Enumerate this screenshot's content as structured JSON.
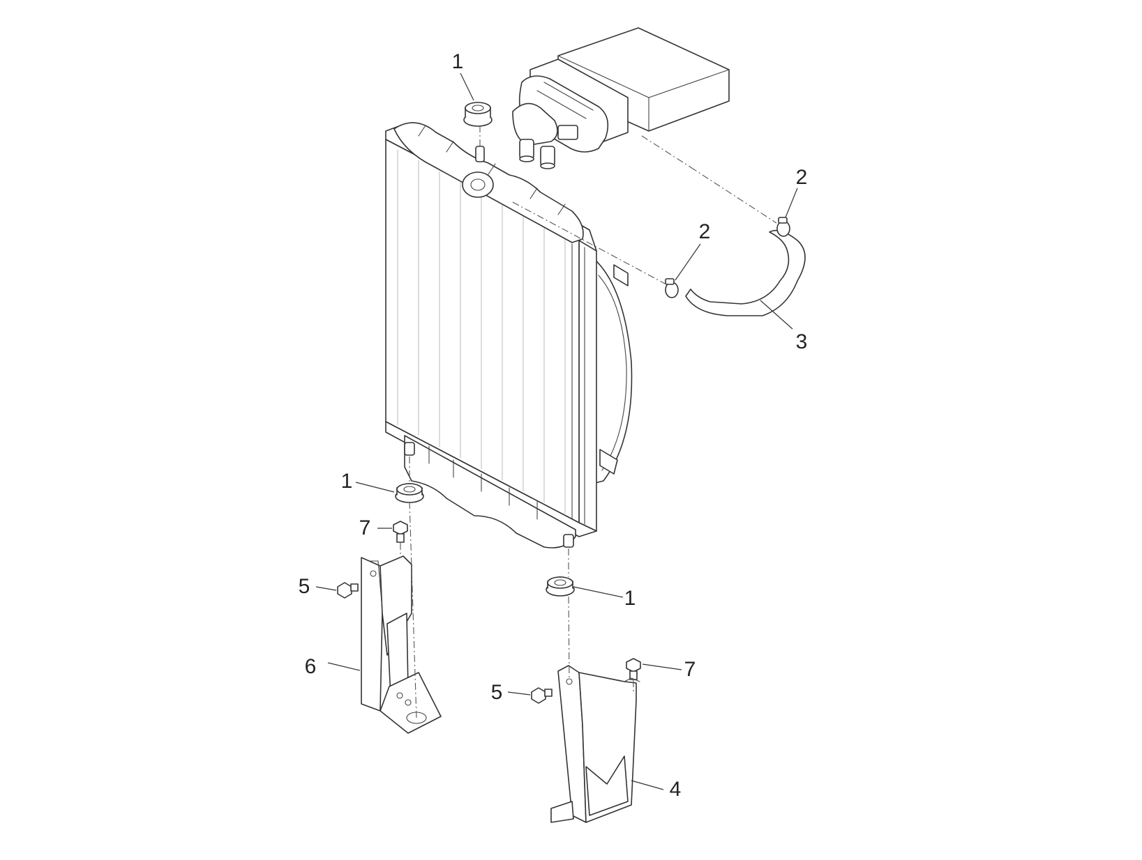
{
  "callouts": {
    "c1_top": "1",
    "c1_left": "1",
    "c1_right": "1",
    "c2_a": "2",
    "c2_b": "2",
    "c3": "3",
    "c4": "4",
    "c5_left": "5",
    "c5_right": "5",
    "c6": "6",
    "c7_left": "7",
    "c7_right": "7"
  },
  "colors": {
    "line": "#333333",
    "background": "#ffffff"
  }
}
